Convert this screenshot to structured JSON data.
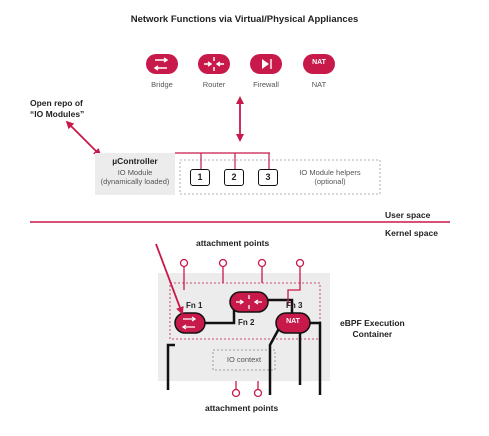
{
  "title": "Network Functions via Virtual/Physical Appliances",
  "appliances": [
    {
      "label": "Bridge",
      "icon": "bridge-arrows-icon"
    },
    {
      "label": "Router",
      "icon": "router-arrows-icon"
    },
    {
      "label": "Firewall",
      "icon": "firewall-play-icon"
    },
    {
      "label": "NAT",
      "icon": "nat-text-icon",
      "icon_text": "NAT"
    }
  ],
  "open_repo": {
    "line1": "Open repo of",
    "line2": "“IO Modules”"
  },
  "controller": {
    "title": "µController",
    "sub1": "IO Module",
    "sub2": "(dynamically loaded)"
  },
  "io_boxes": [
    "1",
    "2",
    "3"
  ],
  "helpers": {
    "line1": "IO Module helpers",
    "line2": "(optional)"
  },
  "user_space": "User space",
  "kernel_space": "Kernel space",
  "attachment_top": "attachment points",
  "attachment_bottom": "attachment points",
  "fn": {
    "fn1": "Fn 1",
    "fn2": "Fn 2",
    "fn3": "Fn 3",
    "nat": "NAT"
  },
  "io_context": "IO context",
  "ebpf": {
    "line1": "eBPF Execution",
    "line2": "Container"
  },
  "colors": {
    "accent": "#c8194b",
    "panel": "#ececec",
    "line": "#111111"
  }
}
